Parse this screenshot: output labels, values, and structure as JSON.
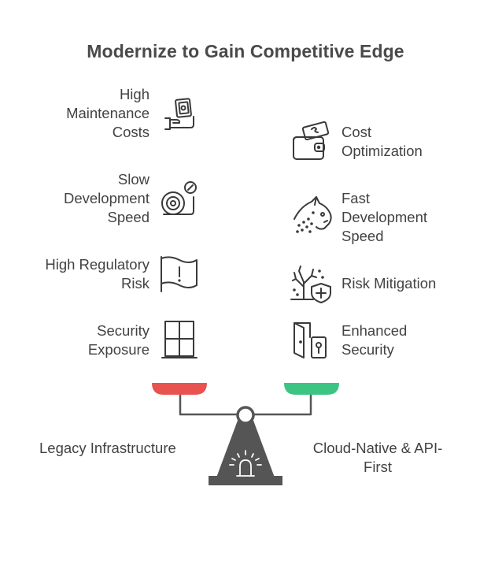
{
  "title": "Modernize to Gain Competitive Edge",
  "left_side": {
    "name": "Legacy Infrastructure",
    "pan_color": "#e8534f",
    "items": [
      {
        "label": "High\nMaintenance\nCosts",
        "icon": "hand-holding-money-icon"
      },
      {
        "label": "Slow\nDevelopment\nSpeed",
        "icon": "snail-icon"
      },
      {
        "label": "High Regulatory\nRisk",
        "icon": "warning-flag-icon"
      },
      {
        "label": "Security\nExposure",
        "icon": "window-icon"
      }
    ]
  },
  "right_side": {
    "name": "Cloud-Native & API-\nFirst",
    "pan_color": "#3cc482",
    "items": [
      {
        "label": "Cost\nOptimization",
        "icon": "wallet-icon"
      },
      {
        "label": "Fast\nDevelopment\nSpeed",
        "icon": "cheetah-icon"
      },
      {
        "label": "Risk Mitigation",
        "icon": "tree-shield-icon"
      },
      {
        "label": "Enhanced\nSecurity",
        "icon": "door-lock-icon"
      }
    ]
  },
  "colors": {
    "icon_stroke": "#3a3a3a",
    "fulcrum": "#555555"
  }
}
